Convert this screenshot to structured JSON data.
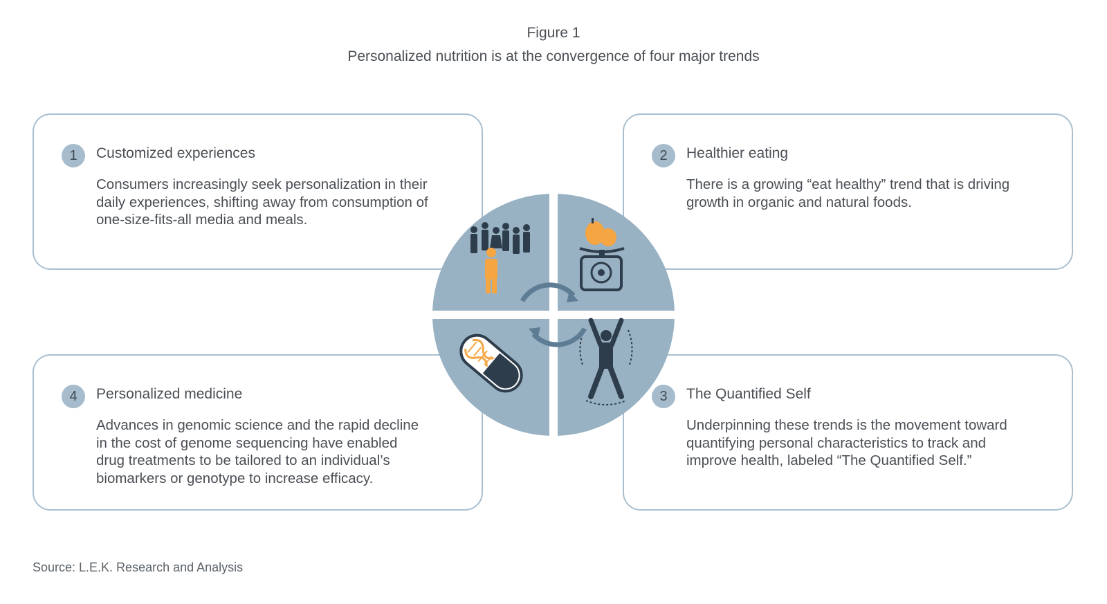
{
  "figure": {
    "label": "Figure 1",
    "title": "Personalized nutrition is at the convergence of four major trends"
  },
  "cards": [
    {
      "number": "1",
      "title": "Customized experiences",
      "text": "Consumers increasingly seek personalization in their\ndaily experiences, shifting away from consumption of\none-size-fits-all media and meals."
    },
    {
      "number": "2",
      "title": "Healthier eating",
      "text": "There is a growing “eat healthy” trend that is driving\ngrowth in organic and natural foods."
    },
    {
      "number": "3",
      "title": "The Quantified Self",
      "text": "Underpinning these trends is the movement toward\nquantifying personal characteristics to track and\nimprove health, labeled “The Quantified Self.”"
    },
    {
      "number": "4",
      "title": "Personalized medicine",
      "text": "Advances in genomic science and the rapid decline\nin the cost of genome sequencing have enabled\ndrug treatments to be tailored to an individual’s\nbiomarkers or genotype to increase efficacy."
    }
  ],
  "center_diagram": {
    "icons": [
      "crowd-individual-icon",
      "food-scale-icon",
      "dna-capsule-icon",
      "fitness-person-icon",
      "cycle-arrows-icon"
    ]
  },
  "colors": {
    "quadrant": "#98b1c3",
    "card_border": "#a9bfcf",
    "badge": "#a6bccc",
    "accent_orange": "#f5a642",
    "dark_icon": "#2e3d4c",
    "arrow": "#5e7d95"
  },
  "source": "Source: L.E.K. Research and Analysis"
}
